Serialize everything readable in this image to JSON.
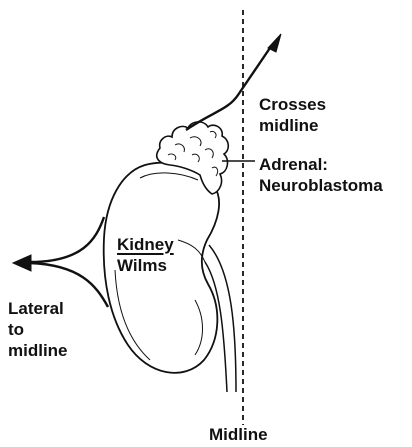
{
  "labels": {
    "crosses": [
      "Crosses",
      "midline"
    ],
    "adrenal": [
      "Adrenal:",
      "Neuroblastoma"
    ],
    "kidney": [
      "Kidney",
      "Wilms"
    ],
    "lateral": [
      "Lateral",
      "to",
      "midline"
    ],
    "midline": "Midline"
  },
  "colors": {
    "ink": "#111111",
    "background": "#ffffff"
  }
}
